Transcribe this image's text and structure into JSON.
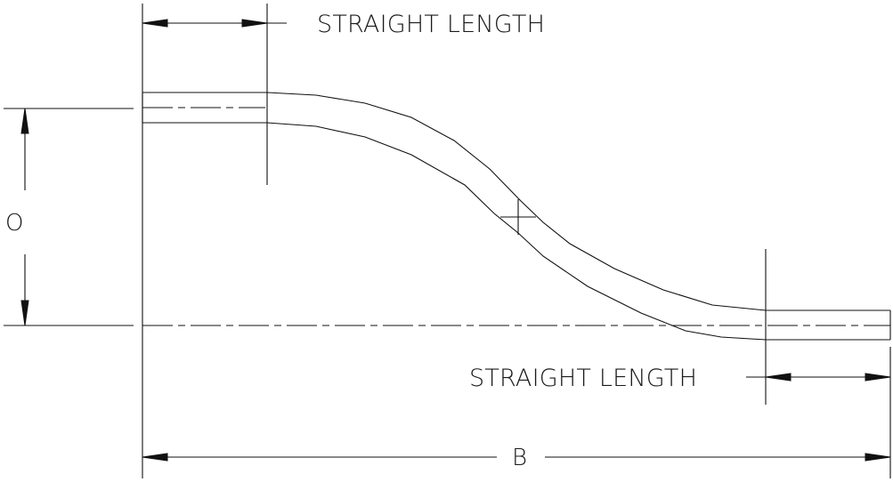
{
  "labels": {
    "straight_length_top": "STRAIGHT LENGTH",
    "straight_length_bottom": "STRAIGHT LENGTH",
    "offset": "O",
    "overall_length": "B"
  }
}
